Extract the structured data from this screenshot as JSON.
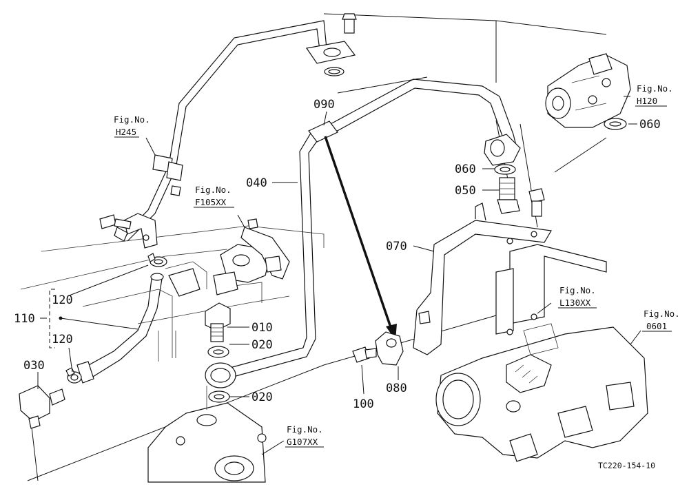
{
  "parts": {
    "p010": "010",
    "p020a": "020",
    "p020b": "020",
    "p030": "030",
    "p040": "040",
    "p050": "050",
    "p060a": "060",
    "p060b": "060",
    "p070": "070",
    "p080": "080",
    "p090": "090",
    "p100": "100",
    "p110": "110",
    "p120a": "120",
    "p120b": "120"
  },
  "figrefs": {
    "h245": {
      "title": "Fig.No.",
      "number": "H245"
    },
    "f105": {
      "title": "Fig.No.",
      "number": "F105XX"
    },
    "h120": {
      "title": "Fig.No.",
      "number": "H120"
    },
    "l130": {
      "title": "Fig.No.",
      "number": "L130XX"
    },
    "f0601": {
      "title": "Fig.No.",
      "number": "0601"
    },
    "g107": {
      "title": "Fig.No.",
      "number": "G107XX"
    }
  },
  "drawing_code": "TC220-154-10"
}
